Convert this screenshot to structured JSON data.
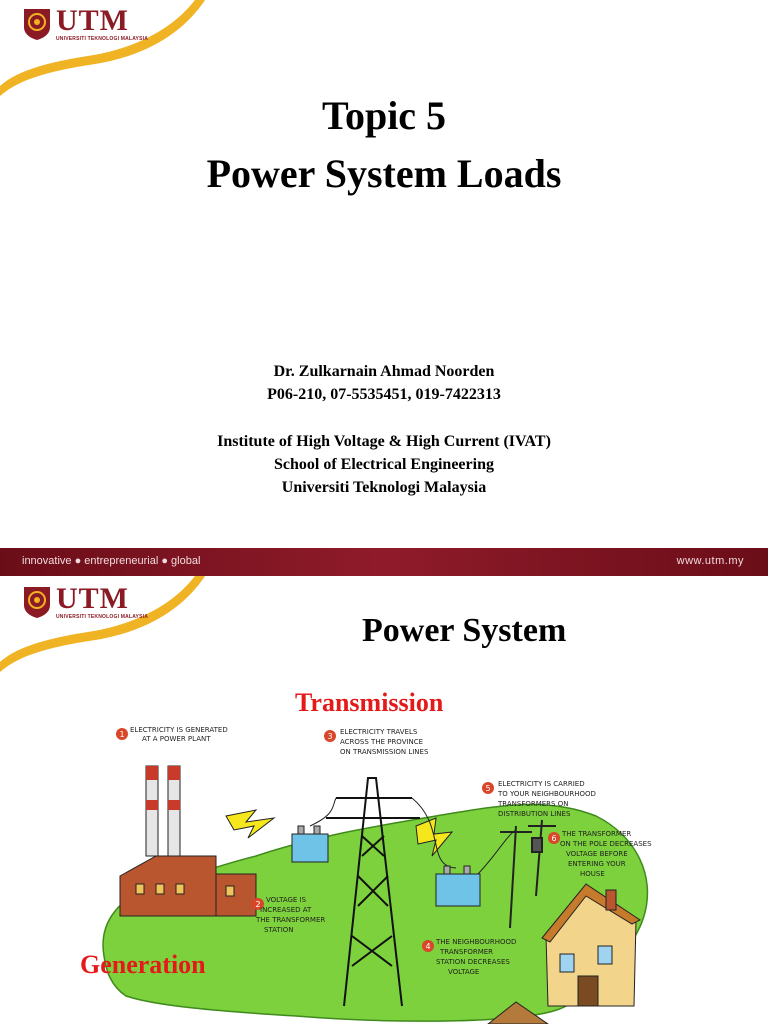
{
  "slide1": {
    "logo": {
      "name": "UTM",
      "subtitle": "UNIVERSITI TEKNOLOGI MALAYSIA"
    },
    "title_line1": "Topic 5",
    "title_line2": "Power System Loads",
    "author": "Dr. Zulkarnain Ahmad Noorden",
    "contact": "P06-210, 07-5535451, 019-7422313",
    "institute": "Institute of High Voltage & High Current (IVAT)",
    "school": "School of Electrical Engineering",
    "university": "Universiti Teknologi Malaysia"
  },
  "footer": {
    "tagline": "innovative ● entrepreneurial ● global",
    "url": "www.utm.my"
  },
  "slide2": {
    "logo": {
      "name": "UTM",
      "subtitle": "UNIVERSITI TEKNOLOGI MALAYSIA"
    },
    "title": "Power System",
    "label_transmission": "Transmission",
    "label_generation": "Generation",
    "notes": {
      "n1_num": "1",
      "n1_a": "ELECTRICITY IS GENERATED",
      "n1_b": "AT A POWER PLANT",
      "n2_num": "2",
      "n2_a": "VOLTAGE IS",
      "n2_b": "INCREASED AT",
      "n2_c": "THE TRANSFORMER",
      "n2_d": "STATION",
      "n3_num": "3",
      "n3_a": "ELECTRICITY TRAVELS",
      "n3_b": "ACROSS THE PROVINCE",
      "n3_c": "ON TRANSMISSION LINES",
      "n4_num": "4",
      "n4_a": "THE NEIGHBOURHOOD",
      "n4_b": "TRANSFORMER",
      "n4_c": "STATION DECREASES",
      "n4_d": "VOLTAGE",
      "n5_num": "5",
      "n5_a": "ELECTRICITY IS CARRIED",
      "n5_b": "TO YOUR NEIGHBOURHOOD",
      "n5_c": "TRANSFORMERS ON",
      "n5_d": "DISTRIBUTION LINES",
      "n6_num": "6",
      "n6_a": "THE TRANSFORMER",
      "n6_b": "ON THE POLE DECREASES",
      "n6_c": "VOLTAGE BEFORE",
      "n6_d": "ENTERING YOUR",
      "n6_e": "HOUSE"
    }
  },
  "colors": {
    "maroon": "#8a1a24",
    "gold": "#f0b323",
    "red_label": "#e41a1a",
    "grass": "#7cd13c"
  }
}
